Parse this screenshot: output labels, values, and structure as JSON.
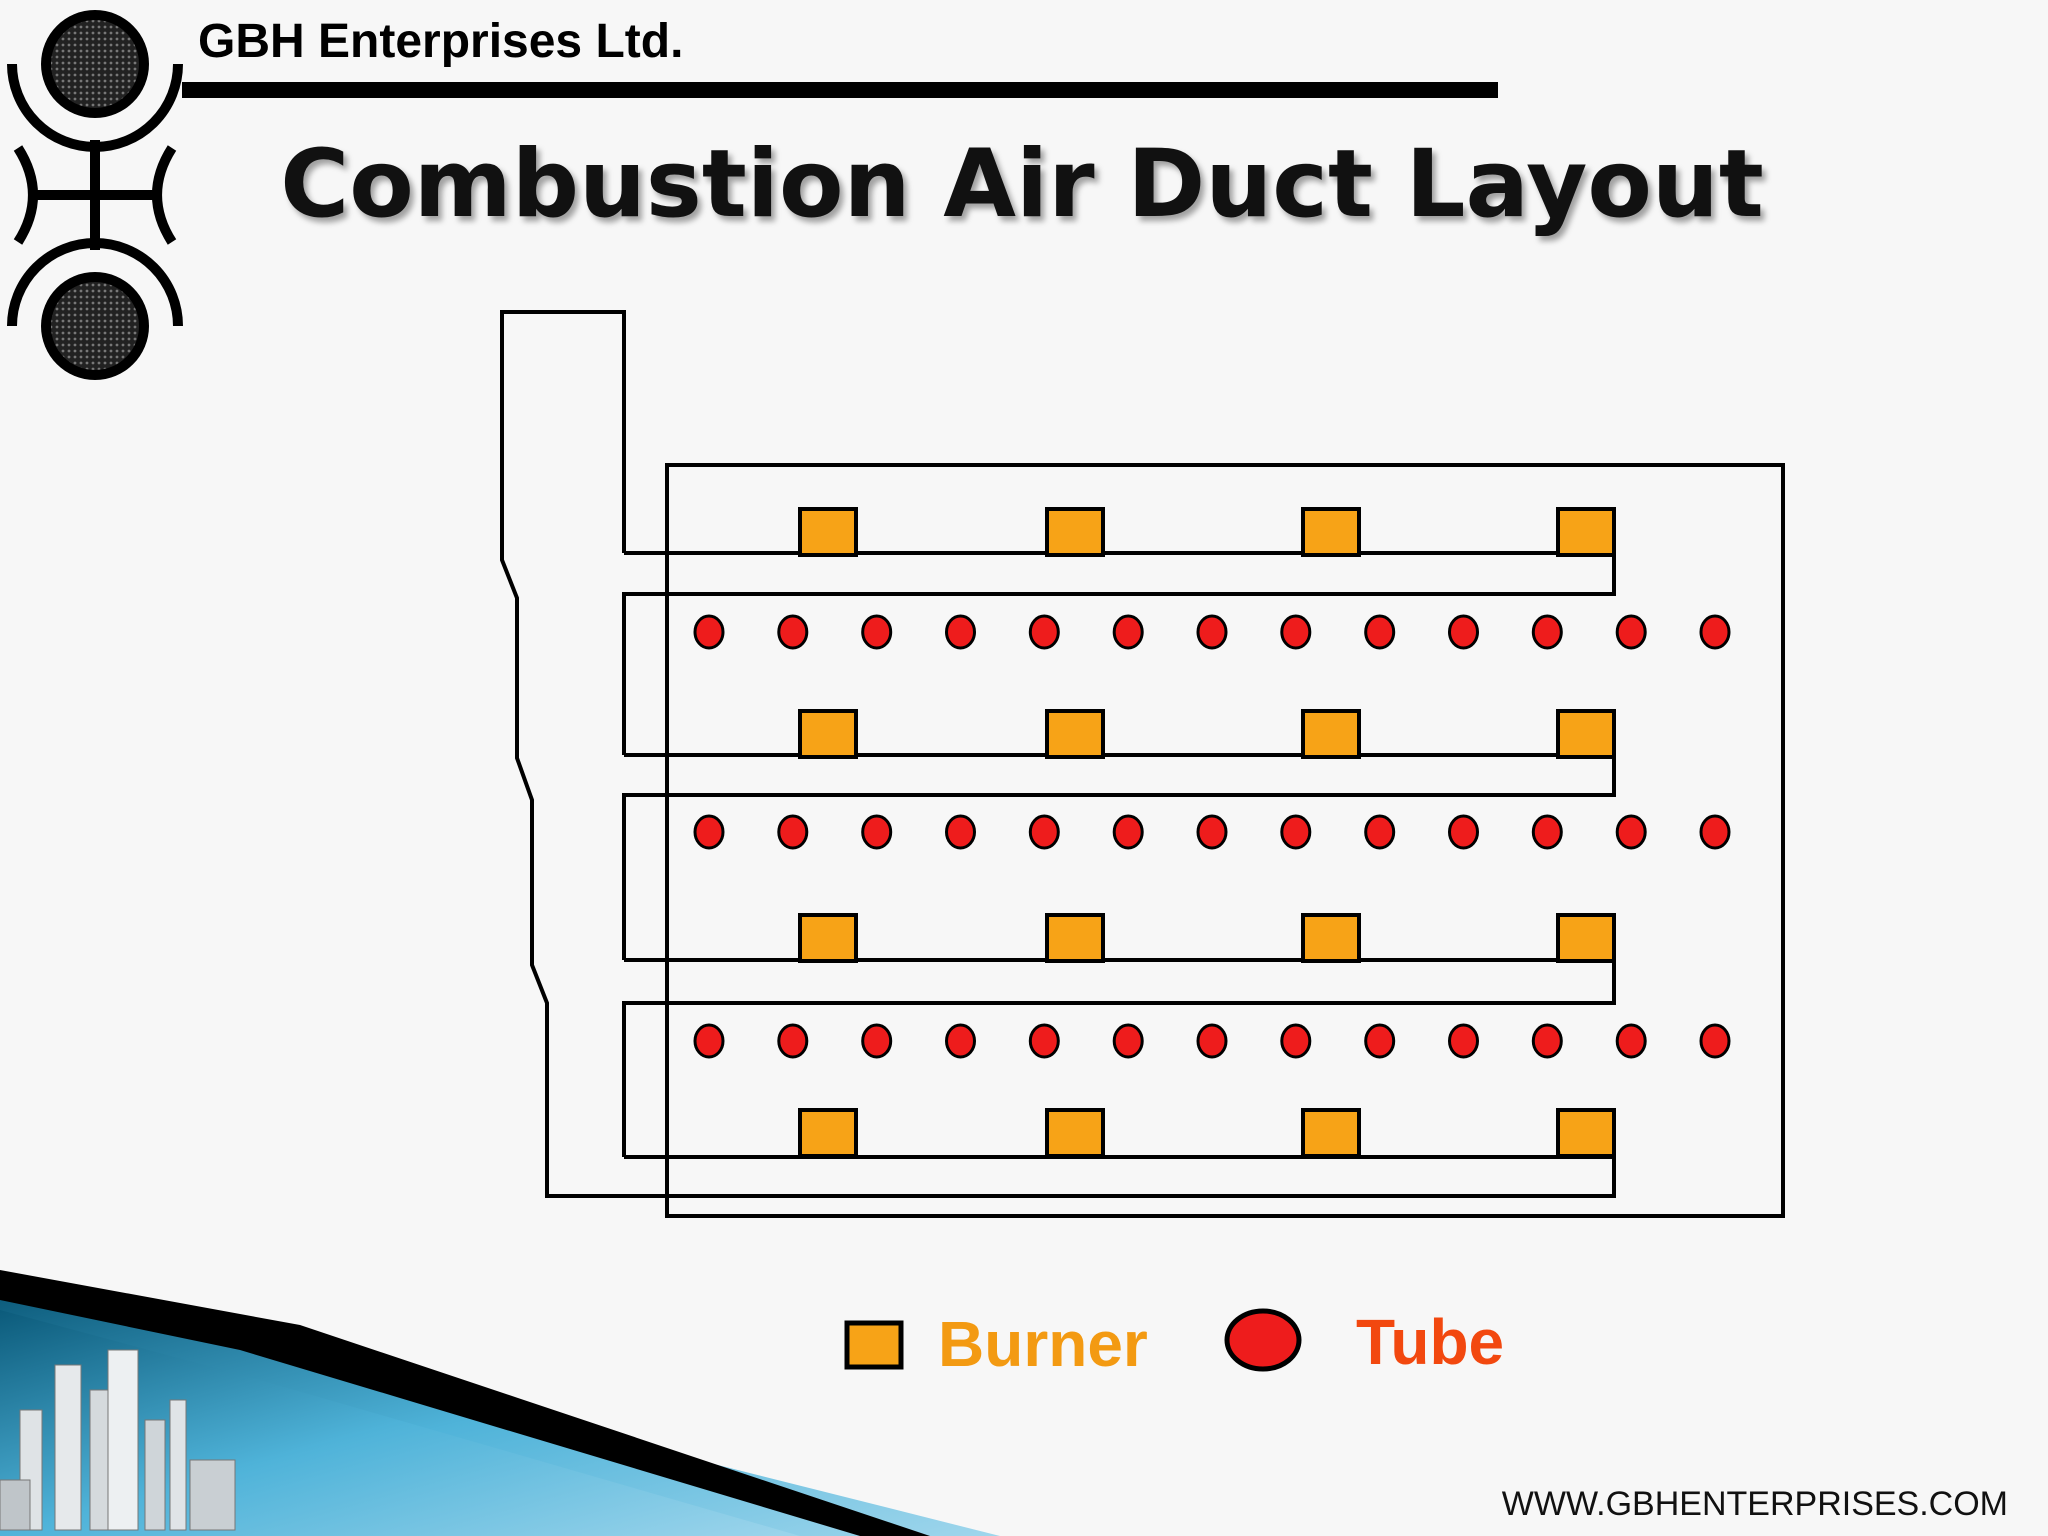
{
  "header": {
    "company": "GBH Enterprises Ltd."
  },
  "title": "Combustion Air Duct Layout",
  "legend": {
    "burner_label": "Burner",
    "tube_label": "Tube"
  },
  "footer": {
    "website": "WWW.GBHENTERPRISES.COM"
  },
  "diagram": {
    "burner_rows": 4,
    "burners_per_row": 4,
    "tube_rows": 3,
    "tubes_per_row": 13
  },
  "colors": {
    "burner_fill": "#f7a317",
    "tube_fill": "#ee1c1c",
    "burner_label": "#f39a12",
    "tube_label": "#f2480f",
    "line": "#000000"
  },
  "icons": {
    "logo": "gbh-logo-icon",
    "burner": "square-burner-icon",
    "tube": "circle-tube-icon"
  }
}
